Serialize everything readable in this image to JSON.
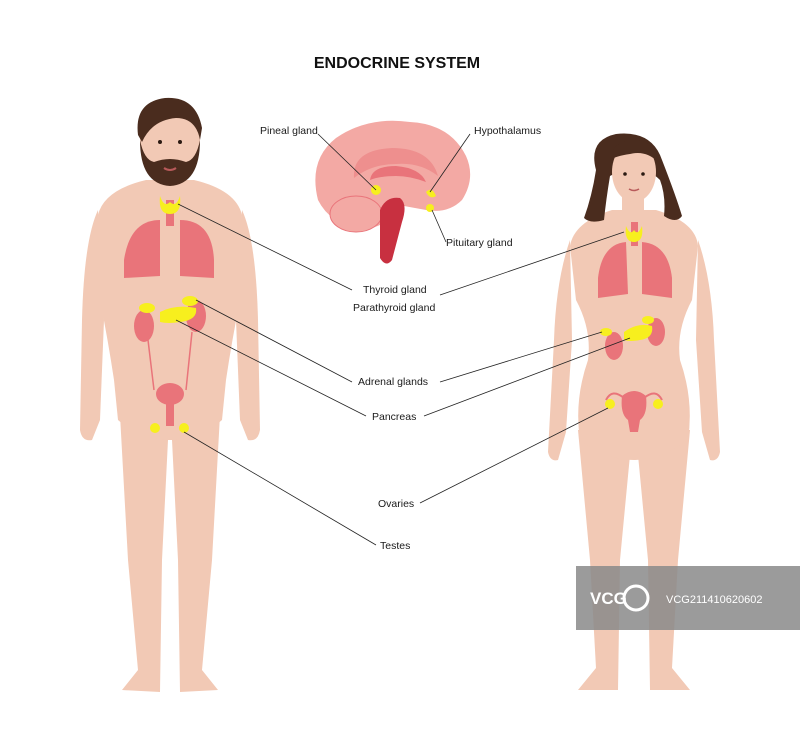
{
  "title": "ENDOCRINE SYSTEM",
  "labels": {
    "pineal": "Pineal gland",
    "hypothalamus": "Hypothalamus",
    "pituitary": "Pituitary gland",
    "thyroid": "Thyroid gland",
    "parathyroid": "Parathyroid gland",
    "adrenal": "Adrenal glands",
    "pancreas": "Pancreas",
    "ovaries": "Ovaries",
    "testes": "Testes"
  },
  "watermark": {
    "logo": "VCG",
    "code": "VCG211410620602"
  },
  "colors": {
    "skin": "#f2c9b5",
    "organ": "#e9747a",
    "gland": "#f7ef1e",
    "hair": "#4a2c1e",
    "brain": "#f3a9a4"
  }
}
